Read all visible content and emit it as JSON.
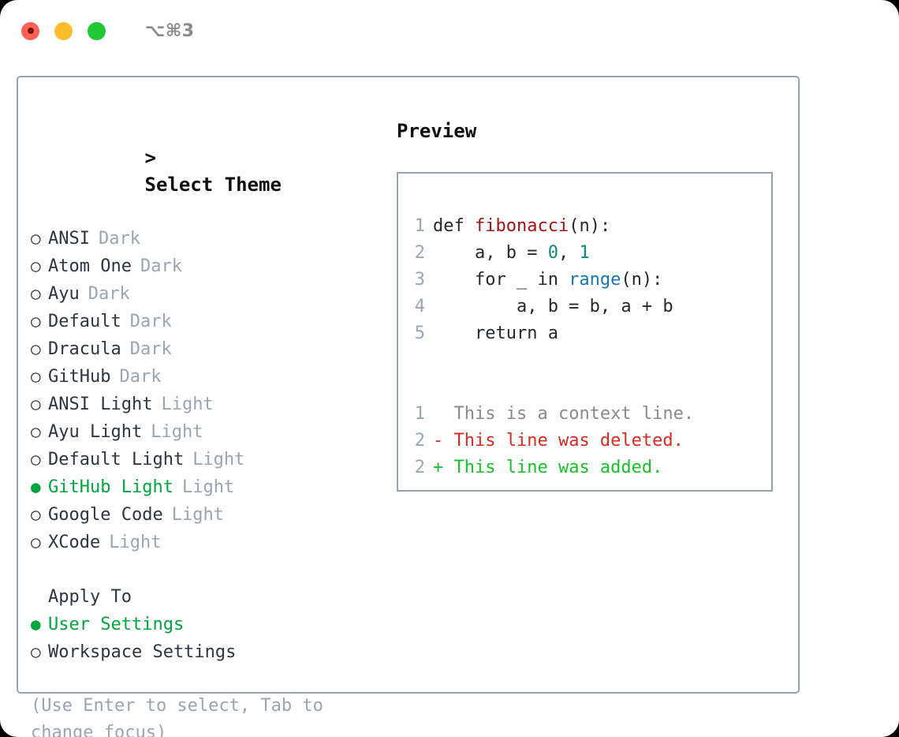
{
  "titlebar": {
    "shortcut": "⌥⌘3",
    "buttons": {
      "close": "close",
      "minimize": "minimize",
      "maximize": "maximize"
    }
  },
  "theme_picker": {
    "heading": "> Select Theme",
    "heading_caret": ">",
    "heading_text": "Select Theme",
    "bullet_empty": "○",
    "bullet_filled": "●",
    "options": [
      {
        "name": "ANSI",
        "kind": "Dark",
        "selected": false
      },
      {
        "name": "Atom One",
        "kind": "Dark",
        "selected": false
      },
      {
        "name": "Ayu",
        "kind": "Dark",
        "selected": false
      },
      {
        "name": "Default",
        "kind": "Dark",
        "selected": false
      },
      {
        "name": "Dracula",
        "kind": "Dark",
        "selected": false
      },
      {
        "name": "GitHub",
        "kind": "Dark",
        "selected": false
      },
      {
        "name": "ANSI Light",
        "kind": "Light",
        "selected": false
      },
      {
        "name": "Ayu Light",
        "kind": "Light",
        "selected": false
      },
      {
        "name": "Default Light",
        "kind": "Light",
        "selected": false
      },
      {
        "name": "GitHub Light",
        "kind": "Light",
        "selected": true
      },
      {
        "name": "Google Code",
        "kind": "Light",
        "selected": false
      },
      {
        "name": "XCode",
        "kind": "Light",
        "selected": false
      }
    ]
  },
  "apply_to": {
    "heading": "Apply To",
    "options": [
      {
        "name": "User Settings",
        "selected": true
      },
      {
        "name": "Workspace Settings",
        "selected": false
      }
    ]
  },
  "hint": {
    "text": "(Use Enter to select, Tab to change focus)"
  },
  "preview": {
    "title": "Preview",
    "code_lines": [
      {
        "num": "1",
        "segments": [
          {
            "text": "def ",
            "tok": "tok-plain"
          },
          {
            "text": "fibonacci",
            "tok": "tok-func"
          },
          {
            "text": "(n):",
            "tok": "tok-plain"
          }
        ]
      },
      {
        "num": "2",
        "segments": [
          {
            "text": "    a, b = ",
            "tok": "tok-plain"
          },
          {
            "text": "0",
            "tok": "tok-num"
          },
          {
            "text": ", ",
            "tok": "tok-plain"
          },
          {
            "text": "1",
            "tok": "tok-num"
          }
        ]
      },
      {
        "num": "3",
        "segments": [
          {
            "text": "    for _ in ",
            "tok": "tok-plain"
          },
          {
            "text": "range",
            "tok": "tok-call"
          },
          {
            "text": "(n):",
            "tok": "tok-plain"
          }
        ]
      },
      {
        "num": "4",
        "segments": [
          {
            "text": "        a, b = b, a + b",
            "tok": "tok-plain"
          }
        ]
      },
      {
        "num": "5",
        "segments": [
          {
            "text": "    return a",
            "tok": "tok-plain"
          }
        ]
      }
    ],
    "diff_lines": [
      {
        "num": "1",
        "marker": "  ",
        "text": "This is a context line.",
        "tok": "tok-ctx"
      },
      {
        "num": "2",
        "marker": "- ",
        "text": "This line was deleted.",
        "tok": "tok-del"
      },
      {
        "num": "2",
        "marker": "+ ",
        "text": "This line was added.",
        "tok": "tok-add"
      }
    ]
  },
  "colors": {
    "accent_green": "#00a63e",
    "border": "#97a2b4",
    "muted": "#9aa4b4",
    "text": "#2e3440",
    "diff_add": "#17c227",
    "diff_del": "#d92b1f",
    "syntax_func": "#a31515",
    "syntax_num": "#0d8a7a",
    "syntax_call": "#1477b5"
  }
}
